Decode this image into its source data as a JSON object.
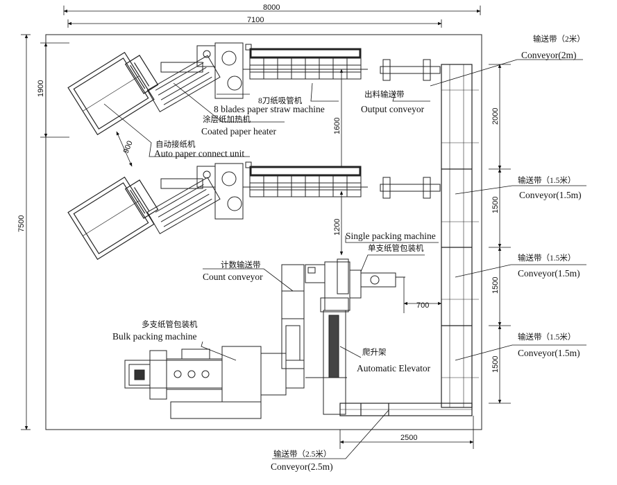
{
  "dimensions": {
    "overall_width": "8000",
    "inner_width": "7100",
    "overall_height": "7500",
    "upper_height": "1900",
    "unit_gap": "900",
    "machine_spacing": "1600",
    "lower_spacing": "1200",
    "conveyor_seg_1": "2000",
    "conveyor_seg_2": "1500",
    "conveyor_seg_3": "1500",
    "conveyor_seg_4": "1500",
    "single_offset": "700",
    "bottom_width": "2500"
  },
  "labels": {
    "conveyor_2m_cn": "输送带（2米）",
    "conveyor_2m_en": "Conveyor(2m)",
    "output_conveyor_cn": "出料输送带",
    "output_conveyor_en": "Output conveyor",
    "straw_machine_cn": "8刀纸吸管机",
    "straw_machine_en": "8 blades paper straw machine",
    "heater_cn": "涂层纸加热机",
    "heater_en": "Coated paper heater",
    "paper_connect_cn": "自动接纸机",
    "paper_connect_en": "Auto paper connect  unit",
    "conveyor_15_a_cn": "输送带（1.5米）",
    "conveyor_15_a_en": "Conveyor(1.5m)",
    "single_packing_en": "Single packing machine",
    "single_packing_cn": "单支纸管包装机",
    "count_conveyor_cn": "计数输送带",
    "count_conveyor_en": "Count conveyor",
    "conveyor_15_b_cn": "输送带（1.5米）",
    "conveyor_15_b_en": "Conveyor(1.5m)",
    "bulk_packing_cn": "多支纸管包装机",
    "bulk_packing_en": "Bulk packing machine",
    "elevator_cn": "爬升架",
    "elevator_en": "Automatic Elevator",
    "conveyor_15_c_cn": "输送带（1.5米）",
    "conveyor_15_c_en": "Conveyor(1.5m)",
    "conveyor_25_cn": "输送带（2.5米）",
    "conveyor_25_en": "Conveyor(2.5m)"
  }
}
